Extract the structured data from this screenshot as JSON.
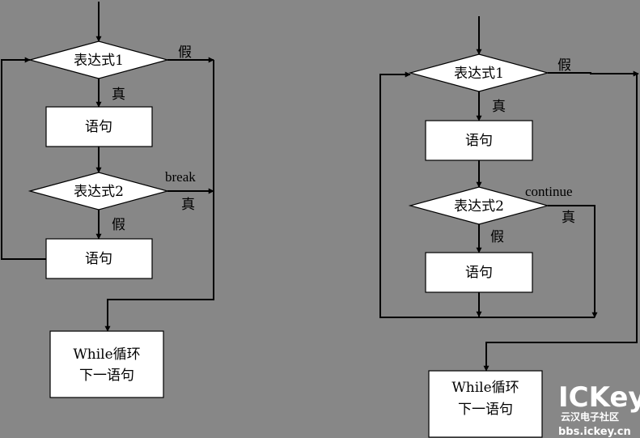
{
  "break_flow": {
    "cond1": "表达式1",
    "false1": "假",
    "true1": "真",
    "stmt1": "语句",
    "cond2": "表达式2",
    "break": "break",
    "true2": "真",
    "false2": "假",
    "stmt2": "语句",
    "next_line1": "While循环",
    "next_line2": "下一语句"
  },
  "continue_flow": {
    "cond1": "表达式1",
    "false1": "假",
    "true1": "真",
    "stmt1": "语句",
    "cond2": "表达式2",
    "continue": "continue",
    "true2": "真",
    "false2": "假",
    "stmt2": "语句",
    "next_line1": "While循环",
    "next_line2": "下一语句"
  },
  "watermark": {
    "logo": "ICKey",
    "tagline": "云汉电子社区",
    "url": "bbs.ickey.cn"
  }
}
